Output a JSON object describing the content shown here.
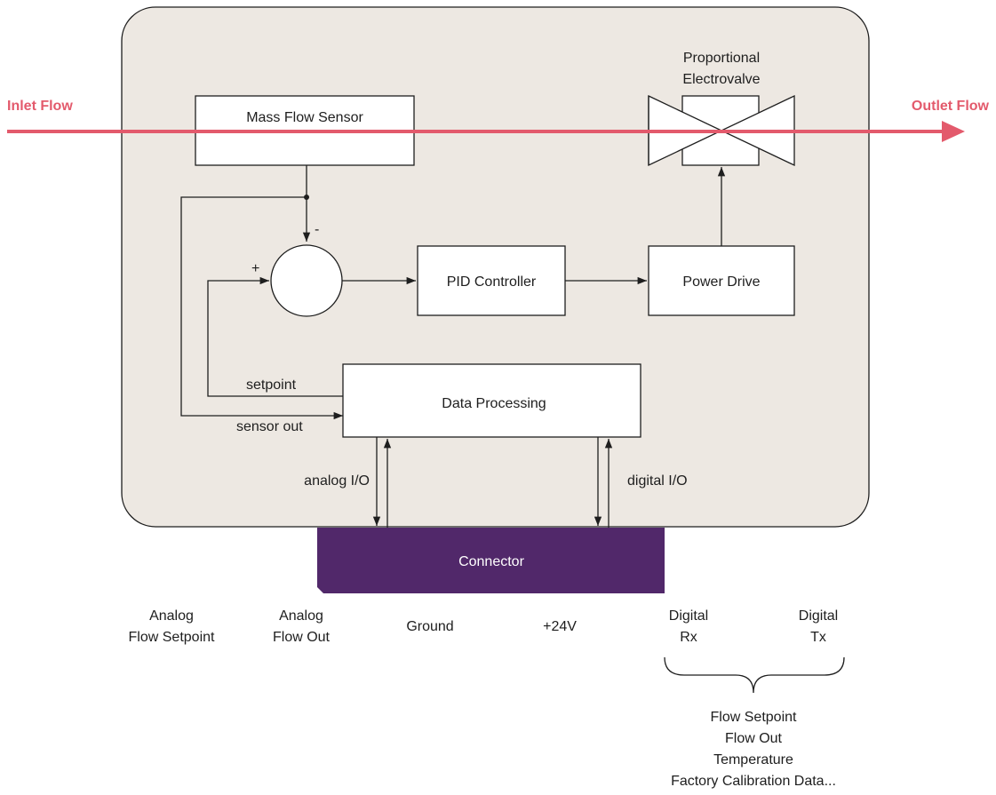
{
  "colors": {
    "housing_fill": "#ede8e2",
    "flow_arrow": "#e35a6c",
    "connector": "#51286a"
  },
  "flow": {
    "inlet_label": "Inlet Flow",
    "outlet_label": "Outlet Flow"
  },
  "blocks": {
    "sensor": "Mass Flow Sensor",
    "valve_line1": "Proportional",
    "valve_line2": "Electrovalve",
    "pid": "PID Controller",
    "power": "Power Drive",
    "data_processing": "Data Processing",
    "connector": "Connector"
  },
  "summing": {
    "minus": "-",
    "plus": "+"
  },
  "signals": {
    "setpoint": "setpoint",
    "sensor_out": "sensor out",
    "analog_io": "analog I/O",
    "digital_io": "digital I/O"
  },
  "pins": [
    {
      "line1": "Analog",
      "line2": "Flow Setpoint"
    },
    {
      "line1": "Analog",
      "line2": "Flow Out"
    },
    {
      "line1": "Ground",
      "line2": ""
    },
    {
      "line1": "+24V",
      "line2": ""
    },
    {
      "line1": "Digital",
      "line2": "Rx"
    },
    {
      "line1": "Digital",
      "line2": "Tx"
    }
  ],
  "digital_data": [
    "Flow Setpoint",
    "Flow Out",
    "Temperature",
    "Factory Calibration Data..."
  ]
}
